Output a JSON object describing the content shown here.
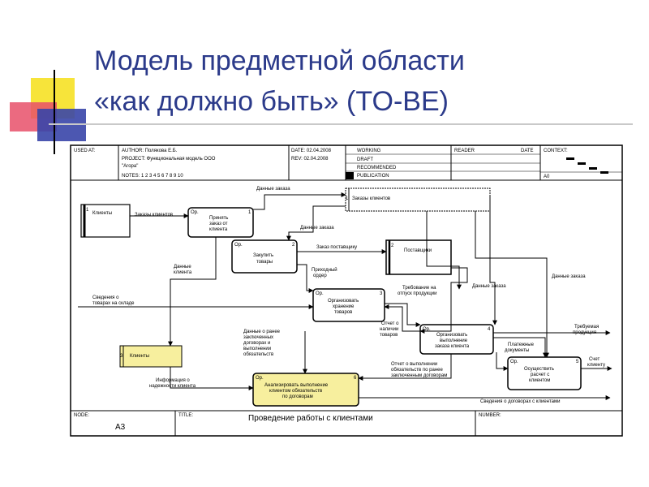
{
  "slide": {
    "title_line1": "Модель предметной области",
    "title_line2": "«как должно быть» (TO-BE)"
  },
  "header": {
    "used_at": "USED AT:",
    "author": "AUTHOR: Полякова Е.Б.",
    "project": "PROJECT: Функциональная модель ООО",
    "project_name": "\"Агора\"",
    "notes": "NOTES: 1 2 3 4 5 6 7 8 9 10",
    "date": "DATE: 02.04.2008",
    "rev": "REV: 02.04.2008",
    "working": "WORKING",
    "draft": "DRAFT",
    "recommended": "RECOMMENDED",
    "publication": "PUBLICATION",
    "reader": "READER",
    "date2": "DATE",
    "context": "CONTEXT:",
    "context_node": "A0"
  },
  "footer": {
    "node_label": "NODE:",
    "node_value": "A3",
    "title_label": "TITLE:",
    "title_value": "Проведение работы с клиентами",
    "number_label": "NUMBER:"
  },
  "entities": {
    "clients": "Клиенты",
    "clients_num": "1",
    "orders_store": "Заказы клиентов",
    "orders_store_num": "1",
    "suppliers": "Поставщики",
    "suppliers_num": "2",
    "clients_db": "Клиенты",
    "clients_db_num": "3"
  },
  "activities": [
    {
      "line1": "Принять",
      "line2": "заказ от",
      "line3": "клиента",
      "op": "Ор.",
      "num": "1"
    },
    {
      "line1": "Закупить",
      "line2": "товары",
      "line3": "",
      "op": "Ор.",
      "num": "2"
    },
    {
      "line1": "Организовать",
      "line2": "хранение",
      "line3": "товаров",
      "op": "Ор.",
      "num": "3"
    },
    {
      "line1": "Организовать",
      "line2": "выполнение",
      "line3": "заказа клиента",
      "op": "Ор.",
      "num": "4"
    },
    {
      "line1": "Осуществить",
      "line2": "расчет с",
      "line3": "клиентом",
      "op": "Ор.",
      "num": "5"
    },
    {
      "line1": "Анализировать выполнение",
      "line2": "клиентом обязательств",
      "line3": "по договорам",
      "op": "Ор.",
      "num": "6"
    }
  ],
  "arrows": {
    "order_data_top": "Данные заказа",
    "client_orders": "Заказы клиентов",
    "order_data_mid": "Данные заказа",
    "supplier_order": "Заказ поставщику",
    "client_data_1": "Данные",
    "client_data_2": "клиента",
    "receipt_1": "Приходный",
    "receipt_2": "ордер",
    "stock_1": "Сведения о",
    "stock_2": "товарах на складе",
    "release_req_1": "Требование на",
    "release_req_2": "отпуск продукции",
    "order_data_r1": "Данные заказа",
    "order_data_r2": "Данные заказа",
    "availability_1": "Отчет о",
    "availability_2": "наличии",
    "availability_3": "товаров",
    "payment_1": "Платежные",
    "payment_2": "документы",
    "demanded_1": "Требуемая",
    "demanded_2": "продукция",
    "invoice_1": "Счет",
    "invoice_2": "клиенту",
    "contracts_1": "Данные о ранее",
    "contracts_2": "заключенных",
    "contracts_3": "договорах и",
    "contracts_4": "выполнении",
    "contracts_5": "обязательств",
    "obligation_1": "Отчет о выполнении",
    "obligation_2": "обязательств по ранее",
    "obligation_3": "заключенным договорам",
    "reliability_1": "Информация о",
    "reliability_2": "надежности клиента",
    "contract_info": "Сведения о договорах с клиентами"
  }
}
